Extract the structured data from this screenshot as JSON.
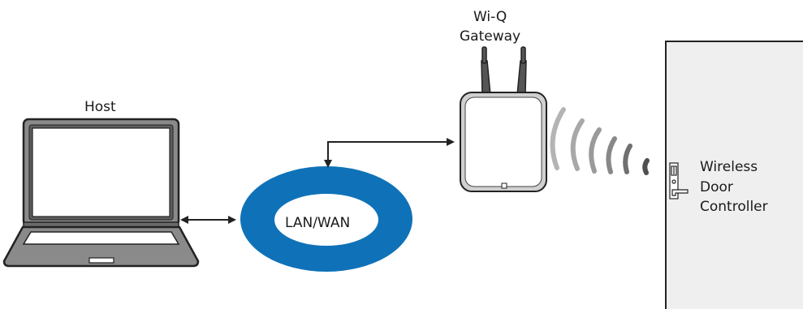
{
  "nodes": {
    "host": {
      "label": "Host"
    },
    "gateway": {
      "label_line1": "Wi-Q",
      "label_line2": "Gateway"
    },
    "network": {
      "label": "LAN/WAN"
    },
    "door": {
      "label_line1": "Wireless",
      "label_line2": "Door",
      "label_line3": "Controller"
    }
  },
  "colors": {
    "network_ring": "#0f72b8",
    "door_panel": "#efefef",
    "outline": "#222222",
    "laptop_body": "#8a8a8a",
    "signal_waves": "#9d9d9d"
  },
  "edges": [
    {
      "from": "host",
      "to": "network",
      "style": "double-arrow"
    },
    {
      "from": "network",
      "to": "gateway",
      "style": "elbow-arrow"
    }
  ],
  "icons": [
    "laptop-icon",
    "wireless-gateway-icon",
    "signal-waves-icon",
    "door-lock-icon"
  ]
}
